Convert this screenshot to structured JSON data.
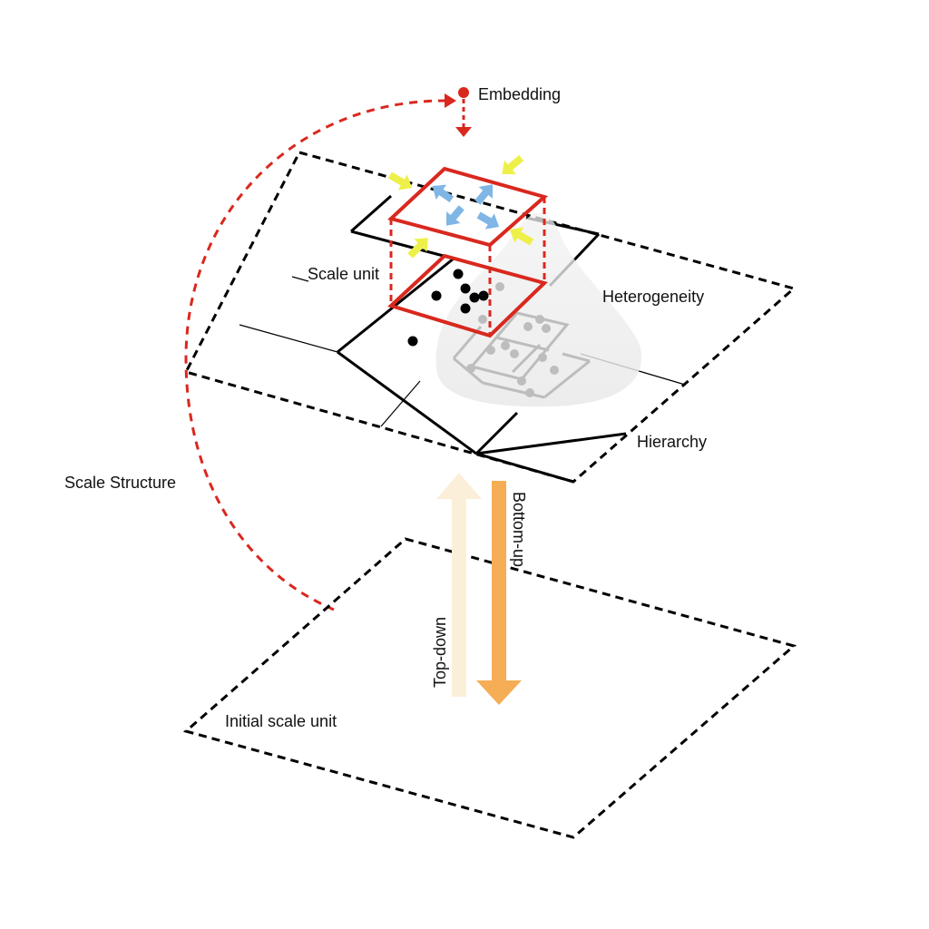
{
  "labels": {
    "embedding": "Embedding",
    "scale_unit": "Scale unit",
    "heterogeneity": "Heterogeneity",
    "hierarchy": "Hierarchy",
    "scale_structure": "Scale Structure",
    "bottom_up": "Bottom-up",
    "top_down": "Top-down",
    "initial_scale_unit": "Initial scale unit"
  },
  "colors": {
    "red": "#d9281e",
    "yellow": "#eef04a",
    "blue": "#7fb6e6",
    "orange": "#f5ae55",
    "orange_light": "#fcefd9",
    "black": "#000000",
    "grey": "#bdbdbd"
  }
}
